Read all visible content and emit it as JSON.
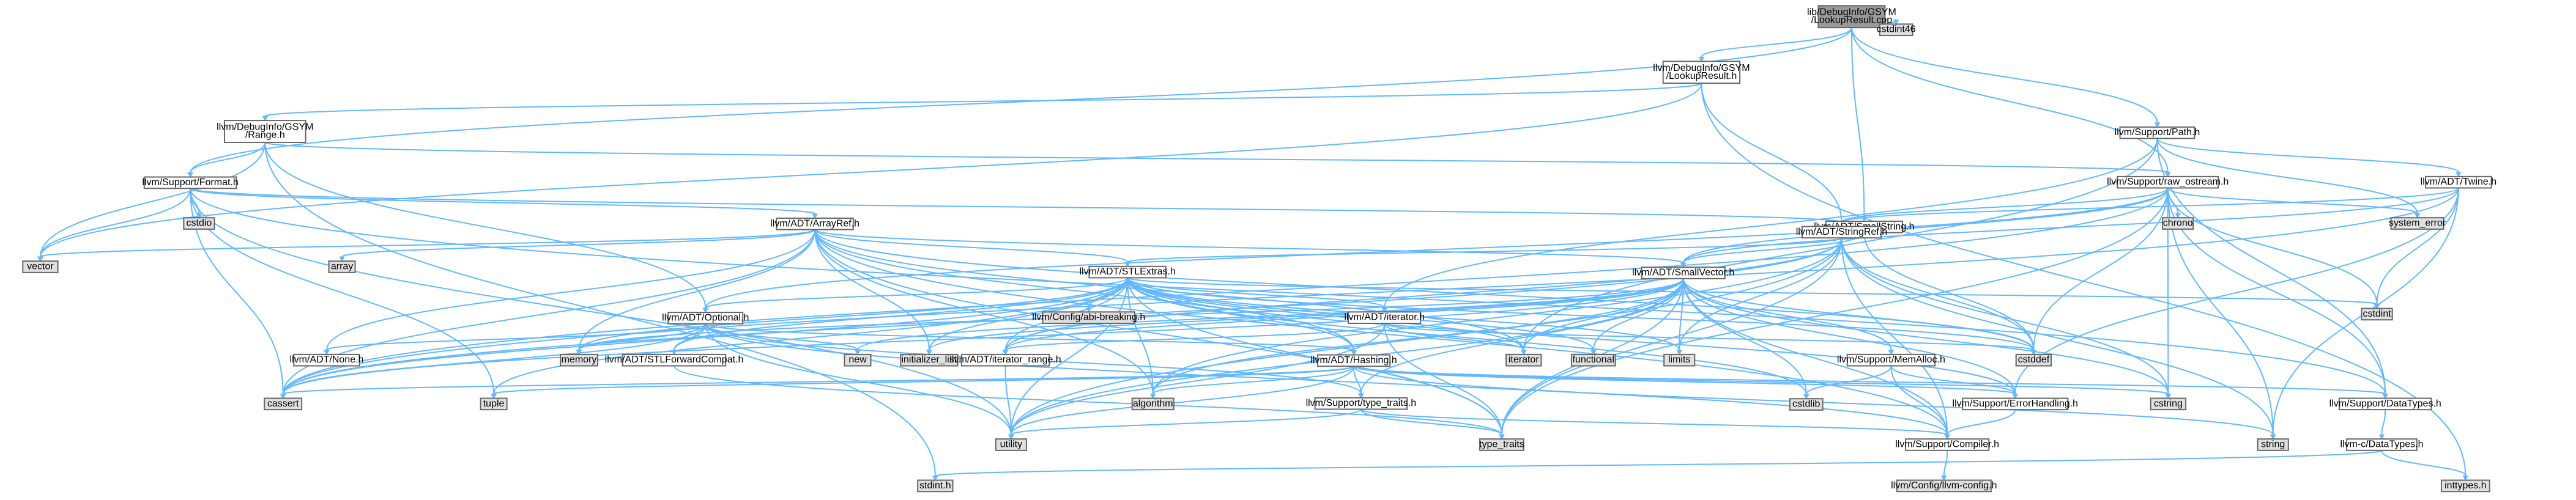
{
  "colors": {
    "background": "#ffffff",
    "root_fill": "#999999",
    "node_fill": "#ffffff",
    "external_fill": "#e0e0e0",
    "node_border": "#666666",
    "missing_border": "#ff0000",
    "edge": "#63b8ff"
  },
  "nodes": [
    {
      "id": "lookupresult_cpp",
      "lines": [
        "lib/DebugInfo/GSYM",
        "/LookupResult.cpp"
      ],
      "kind": "root"
    },
    {
      "id": "lookupresult_h",
      "lines": [
        "llvm/DebugInfo/GSYM",
        "/LookupResult.h"
      ],
      "kind": "header"
    },
    {
      "id": "cstdint46",
      "lines": [
        "cstdint46"
      ],
      "kind": "external"
    },
    {
      "id": "range_h",
      "lines": [
        "llvm/DebugInfo/GSYM",
        "/Range.h"
      ],
      "kind": "header"
    },
    {
      "id": "path_h",
      "lines": [
        "llvm/Support/Path.h"
      ],
      "kind": "header"
    },
    {
      "id": "format_h",
      "lines": [
        "llvm/Support/Format.h"
      ],
      "kind": "header"
    },
    {
      "id": "smallstring_h",
      "lines": [
        "llvm/ADT/SmallString.h"
      ],
      "kind": "header"
    },
    {
      "id": "raw_ostream_h",
      "lines": [
        "llvm/Support/raw_ostream.h"
      ],
      "kind": "header"
    },
    {
      "id": "twine_h",
      "lines": [
        "llvm/ADT/Twine.h"
      ],
      "kind": "header"
    },
    {
      "id": "cstdio",
      "lines": [
        "cstdio"
      ],
      "kind": "external"
    },
    {
      "id": "arrayref_h",
      "lines": [
        "llvm/ADT/ArrayRef.h"
      ],
      "kind": "header"
    },
    {
      "id": "stringref_h",
      "lines": [
        "llvm/ADT/StringRef.h"
      ],
      "kind": "header"
    },
    {
      "id": "chrono",
      "lines": [
        "chrono"
      ],
      "kind": "external"
    },
    {
      "id": "system_error",
      "lines": [
        "system_error"
      ],
      "kind": "external"
    },
    {
      "id": "vector",
      "lines": [
        "vector"
      ],
      "kind": "external"
    },
    {
      "id": "array",
      "lines": [
        "array"
      ],
      "kind": "external"
    },
    {
      "id": "stlextras_h",
      "lines": [
        "llvm/ADT/STLExtras.h"
      ],
      "kind": "header"
    },
    {
      "id": "abi_breaking_h",
      "lines": [
        "llvm/Config/abi-breaking.h"
      ],
      "kind": "external"
    },
    {
      "id": "cstdint",
      "lines": [
        "cstdint"
      ],
      "kind": "external"
    },
    {
      "id": "optional_h",
      "lines": [
        "llvm/ADT/Optional.h"
      ],
      "kind": "header"
    },
    {
      "id": "iterator_h",
      "lines": [
        "llvm/ADT/iterator.h"
      ],
      "kind": "header"
    },
    {
      "id": "smallvector_h",
      "lines": [
        "llvm/ADT/SmallVector.h"
      ],
      "kind": "header"
    },
    {
      "id": "none_h",
      "lines": [
        "llvm/ADT/None.h"
      ],
      "kind": "header"
    },
    {
      "id": "memory",
      "lines": [
        "memory"
      ],
      "kind": "external"
    },
    {
      "id": "new",
      "lines": [
        "new"
      ],
      "kind": "external"
    },
    {
      "id": "initializer_list",
      "lines": [
        "initializer_list"
      ],
      "kind": "external"
    },
    {
      "id": "iterator_range_h",
      "lines": [
        "llvm/ADT/iterator_range.h"
      ],
      "kind": "header"
    },
    {
      "id": "iterator",
      "lines": [
        "iterator"
      ],
      "kind": "external"
    },
    {
      "id": "functional",
      "lines": [
        "functional"
      ],
      "kind": "external"
    },
    {
      "id": "limits",
      "lines": [
        "limits"
      ],
      "kind": "external"
    },
    {
      "id": "memalloc_h",
      "lines": [
        "llvm/Support/MemAlloc.h"
      ],
      "kind": "header"
    },
    {
      "id": "cstddef",
      "lines": [
        "cstddef"
      ],
      "kind": "external"
    },
    {
      "id": "stlforwardcompat_h",
      "lines": [
        "llvm/ADT/STLForwardCompat.h"
      ],
      "kind": "header"
    },
    {
      "id": "hashing_h",
      "lines": [
        "llvm/ADT/Hashing.h"
      ],
      "kind": "missing"
    },
    {
      "id": "cassert",
      "lines": [
        "cassert"
      ],
      "kind": "external"
    },
    {
      "id": "tuple",
      "lines": [
        "tuple"
      ],
      "kind": "external"
    },
    {
      "id": "algorithm",
      "lines": [
        "algorithm"
      ],
      "kind": "external"
    },
    {
      "id": "type_traits_h",
      "lines": [
        "llvm/Support/type_traits.h"
      ],
      "kind": "header"
    },
    {
      "id": "cstdlib",
      "lines": [
        "cstdlib"
      ],
      "kind": "external"
    },
    {
      "id": "errorhandling_h",
      "lines": [
        "llvm/Support/ErrorHandling.h"
      ],
      "kind": "header"
    },
    {
      "id": "cstring",
      "lines": [
        "cstring"
      ],
      "kind": "external"
    },
    {
      "id": "datatypes_h",
      "lines": [
        "llvm/Support/DataTypes.h"
      ],
      "kind": "header"
    },
    {
      "id": "utility",
      "lines": [
        "utility"
      ],
      "kind": "external"
    },
    {
      "id": "type_traits",
      "lines": [
        "type_traits"
      ],
      "kind": "external"
    },
    {
      "id": "compiler_h",
      "lines": [
        "llvm/Support/Compiler.h"
      ],
      "kind": "missing"
    },
    {
      "id": "string",
      "lines": [
        "string"
      ],
      "kind": "external"
    },
    {
      "id": "c_datatypes_h",
      "lines": [
        "llvm-c/DataTypes.h"
      ],
      "kind": "missing"
    },
    {
      "id": "stdint_h",
      "lines": [
        "stdint.h"
      ],
      "kind": "external"
    },
    {
      "id": "inttypes_h",
      "lines": [
        "inttypes.h"
      ],
      "kind": "external"
    },
    {
      "id": "llvm_config_h",
      "lines": [
        "llvm/Config/llvm-config.h"
      ],
      "kind": "external"
    }
  ],
  "edges": [
    [
      "lookupresult_cpp",
      "lookupresult_h"
    ],
    [
      "lookupresult_cpp",
      "cstdint46"
    ],
    [
      "lookupresult_cpp",
      "path_h"
    ],
    [
      "lookupresult_cpp",
      "raw_ostream_h"
    ],
    [
      "lookupresult_cpp",
      "smallstring_h"
    ],
    [
      "lookupresult_cpp",
      "format_h"
    ],
    [
      "lookupresult_h",
      "range_h"
    ],
    [
      "lookupresult_h",
      "stringref_h"
    ],
    [
      "lookupresult_h",
      "vector"
    ],
    [
      "lookupresult_h",
      "inttypes_h"
    ],
    [
      "range_h",
      "format_h"
    ],
    [
      "range_h",
      "raw_ostream_h"
    ],
    [
      "range_h",
      "optional_h"
    ],
    [
      "range_h",
      "stdint_h"
    ],
    [
      "range_h",
      "vector"
    ],
    [
      "format_h",
      "arrayref_h"
    ],
    [
      "format_h",
      "stringref_h"
    ],
    [
      "format_h",
      "datatypes_h"
    ],
    [
      "format_h",
      "cstdio"
    ],
    [
      "format_h",
      "tuple"
    ],
    [
      "format_h",
      "utility"
    ],
    [
      "format_h",
      "vector"
    ],
    [
      "format_h",
      "cassert"
    ],
    [
      "path_h",
      "twine_h"
    ],
    [
      "path_h",
      "iterator_h"
    ],
    [
      "path_h",
      "datatypes_h"
    ],
    [
      "path_h",
      "system_error"
    ],
    [
      "path_h",
      "iterator"
    ],
    [
      "smallstring_h",
      "smallvector_h"
    ],
    [
      "smallstring_h",
      "stringref_h"
    ],
    [
      "smallstring_h",
      "cstddef"
    ],
    [
      "raw_ostream_h",
      "smallvector_h"
    ],
    [
      "raw_ostream_h",
      "stringref_h"
    ],
    [
      "raw_ostream_h",
      "cassert"
    ],
    [
      "raw_ostream_h",
      "chrono"
    ],
    [
      "raw_ostream_h",
      "cstddef"
    ],
    [
      "raw_ostream_h",
      "cstdint"
    ],
    [
      "raw_ostream_h",
      "cstring"
    ],
    [
      "raw_ostream_h",
      "string"
    ],
    [
      "raw_ostream_h",
      "optional_h"
    ],
    [
      "raw_ostream_h",
      "system_error"
    ],
    [
      "raw_ostream_h",
      "type_traits"
    ],
    [
      "raw_ostream_h",
      "datatypes_h"
    ],
    [
      "twine_h",
      "smallvector_h"
    ],
    [
      "twine_h",
      "stringref_h"
    ],
    [
      "twine_h",
      "errorhandling_h"
    ],
    [
      "twine_h",
      "cassert"
    ],
    [
      "twine_h",
      "cstdint"
    ],
    [
      "twine_h",
      "string"
    ],
    [
      "arrayref_h",
      "hashing_h"
    ],
    [
      "arrayref_h",
      "none_h"
    ],
    [
      "arrayref_h",
      "smallvector_h"
    ],
    [
      "arrayref_h",
      "stlextras_h"
    ],
    [
      "arrayref_h",
      "compiler_h"
    ],
    [
      "arrayref_h",
      "algorithm"
    ],
    [
      "arrayref_h",
      "array"
    ],
    [
      "arrayref_h",
      "cassert"
    ],
    [
      "arrayref_h",
      "cstddef"
    ],
    [
      "arrayref_h",
      "initializer_list"
    ],
    [
      "arrayref_h",
      "iterator"
    ],
    [
      "arrayref_h",
      "memory"
    ],
    [
      "arrayref_h",
      "type_traits"
    ],
    [
      "arrayref_h",
      "vector"
    ],
    [
      "stringref_h",
      "stlextras_h"
    ],
    [
      "stringref_h",
      "iterator_range_h"
    ],
    [
      "stringref_h",
      "compiler_h"
    ],
    [
      "stringref_h",
      "algorithm"
    ],
    [
      "stringref_h",
      "cassert"
    ],
    [
      "stringref_h",
      "cstddef"
    ],
    [
      "stringref_h",
      "cstring"
    ],
    [
      "stringref_h",
      "limits"
    ],
    [
      "stringref_h",
      "string"
    ],
    [
      "stringref_h",
      "type_traits"
    ],
    [
      "stringref_h",
      "utility"
    ],
    [
      "stlextras_h",
      "hashing_h"
    ],
    [
      "stlextras_h",
      "optional_h"
    ],
    [
      "stlextras_h",
      "stlforwardcompat_h"
    ],
    [
      "stlextras_h",
      "iterator_h"
    ],
    [
      "stlextras_h",
      "iterator_range_h"
    ],
    [
      "stlextras_h",
      "abi_breaking_h"
    ],
    [
      "stlextras_h",
      "errorhandling_h"
    ],
    [
      "stlextras_h",
      "algorithm"
    ],
    [
      "stlextras_h",
      "cassert"
    ],
    [
      "stlextras_h",
      "cstddef"
    ],
    [
      "stlextras_h",
      "cstdint"
    ],
    [
      "stlextras_h",
      "cstdlib"
    ],
    [
      "stlextras_h",
      "functional"
    ],
    [
      "stlextras_h",
      "initializer_list"
    ],
    [
      "stlextras_h",
      "iterator"
    ],
    [
      "stlextras_h",
      "limits"
    ],
    [
      "stlextras_h",
      "memory"
    ],
    [
      "stlextras_h",
      "tuple"
    ],
    [
      "stlextras_h",
      "type_traits"
    ],
    [
      "stlextras_h",
      "utility"
    ],
    [
      "optional_h",
      "hashing_h"
    ],
    [
      "optional_h",
      "none_h"
    ],
    [
      "optional_h",
      "stlforwardcompat_h"
    ],
    [
      "optional_h",
      "type_traits_h"
    ],
    [
      "optional_h",
      "compiler_h"
    ],
    [
      "optional_h",
      "cassert"
    ],
    [
      "optional_h",
      "memory"
    ],
    [
      "optional_h",
      "new"
    ],
    [
      "optional_h",
      "utility"
    ],
    [
      "iterator_h",
      "iterator_range_h"
    ],
    [
      "iterator_h",
      "cstddef"
    ],
    [
      "iterator_h",
      "iterator"
    ],
    [
      "iterator_h",
      "type_traits"
    ],
    [
      "iterator_h",
      "utility"
    ],
    [
      "smallvector_h",
      "memalloc_h"
    ],
    [
      "smallvector_h",
      "type_traits_h"
    ],
    [
      "smallvector_h",
      "compiler_h"
    ],
    [
      "smallvector_h",
      "errorhandling_h"
    ],
    [
      "smallvector_h",
      "algorithm"
    ],
    [
      "smallvector_h",
      "cassert"
    ],
    [
      "smallvector_h",
      "cstddef"
    ],
    [
      "smallvector_h",
      "cstdlib"
    ],
    [
      "smallvector_h",
      "cstring"
    ],
    [
      "smallvector_h",
      "functional"
    ],
    [
      "smallvector_h",
      "initializer_list"
    ],
    [
      "smallvector_h",
      "iterator"
    ],
    [
      "smallvector_h",
      "limits"
    ],
    [
      "smallvector_h",
      "memory"
    ],
    [
      "smallvector_h",
      "new"
    ],
    [
      "smallvector_h",
      "type_traits"
    ],
    [
      "smallvector_h",
      "utility"
    ],
    [
      "smallvector_h",
      "iterator_range_h"
    ],
    [
      "memalloc_h",
      "compiler_h"
    ],
    [
      "memalloc_h",
      "errorhandling_h"
    ],
    [
      "memalloc_h",
      "cstdlib"
    ],
    [
      "iterator_range_h",
      "utility"
    ],
    [
      "stlforwardcompat_h",
      "type_traits"
    ],
    [
      "hashing_h",
      "errorhandling_h"
    ],
    [
      "hashing_h",
      "datatypes_h"
    ],
    [
      "hashing_h",
      "type_traits_h"
    ],
    [
      "hashing_h",
      "algorithm"
    ],
    [
      "hashing_h",
      "cassert"
    ],
    [
      "hashing_h",
      "cstring"
    ],
    [
      "hashing_h",
      "string"
    ],
    [
      "hashing_h",
      "tuple"
    ],
    [
      "hashing_h",
      "utility"
    ],
    [
      "type_traits_h",
      "compiler_h"
    ],
    [
      "type_traits_h",
      "type_traits"
    ],
    [
      "type_traits_h",
      "utility"
    ],
    [
      "errorhandling_h",
      "compiler_h"
    ],
    [
      "datatypes_h",
      "c_datatypes_h"
    ],
    [
      "c_datatypes_h",
      "inttypes_h"
    ],
    [
      "c_datatypes_h",
      "stdint_h"
    ],
    [
      "compiler_h",
      "llvm_config_h"
    ]
  ]
}
